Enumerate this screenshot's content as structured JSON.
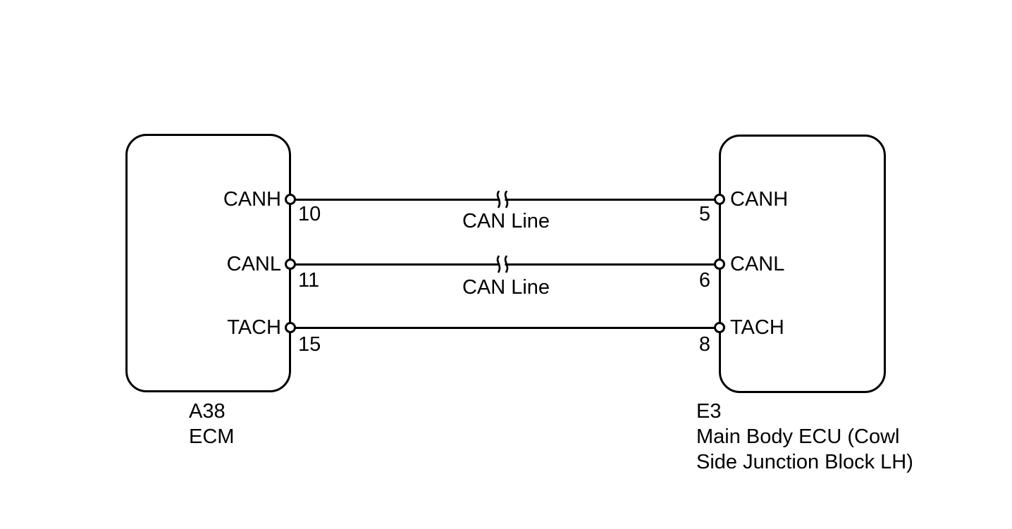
{
  "diagram": {
    "background": "#ffffff",
    "line_color": "#000000",
    "left_connector": {
      "code": "A38",
      "name_lines": [
        "ECM"
      ],
      "pins": [
        {
          "label": "CANH",
          "pin": "10"
        },
        {
          "label": "CANL",
          "pin": "11"
        },
        {
          "label": "TACH",
          "pin": "15"
        }
      ]
    },
    "right_connector": {
      "code": "E3",
      "name_lines": [
        "Main Body ECU (Cowl",
        "Side Junction Block LH)"
      ],
      "pins": [
        {
          "label": "CANH",
          "pin": "5"
        },
        {
          "label": "CANL",
          "pin": "6"
        },
        {
          "label": "TACH",
          "pin": "8"
        }
      ]
    },
    "wires": [
      {
        "from": "A38 pin 10",
        "to": "E3 pin 5",
        "label": "CAN Line",
        "break_marker": true
      },
      {
        "from": "A38 pin 11",
        "to": "E3 pin 6",
        "label": "CAN Line",
        "break_marker": true
      },
      {
        "from": "A38 pin 15",
        "to": "E3 pin 8",
        "label": "",
        "break_marker": false
      }
    ]
  }
}
